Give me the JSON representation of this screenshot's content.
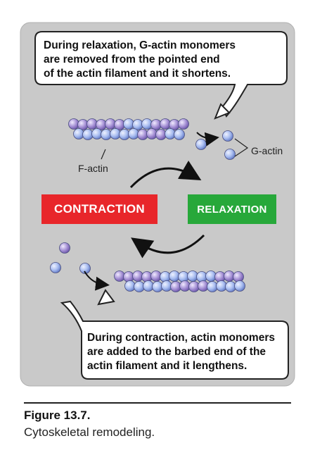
{
  "callouts": {
    "top": [
      "During relaxation, G-actin monomers",
      "are removed from the pointed end",
      "of the actin filament and it shortens."
    ],
    "bottom": [
      "During contraction, actin monomers",
      "are added to the barbed end of the",
      "actin filament and it lengthens."
    ]
  },
  "labels": {
    "f_actin": "F-actin",
    "g_actin": "G-actin"
  },
  "states": {
    "contraction": "CONTRACTION",
    "relaxation": "RELAXATION"
  },
  "caption": {
    "number": "Figure 13.7.",
    "text": "Cytoskeletal remodeling."
  },
  "colors": {
    "panel_bg": "#c9c9c9",
    "contraction": "#e8262a",
    "relaxation": "#27a83a",
    "monomer_blue": "#a9bdf0",
    "monomer_purple": "#a793d6"
  }
}
